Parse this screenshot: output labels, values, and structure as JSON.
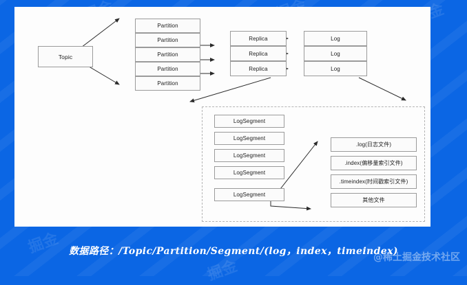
{
  "theme": {
    "frame_color": "#0b66e4",
    "canvas_color": "#fdfdfd",
    "box_border": "#9a9a9a",
    "box_fill": "#fbfbfb",
    "dashed_border": "#b4b4b4",
    "text_color": "#1c1c1c",
    "caption_color": "#ffffff"
  },
  "diagram": {
    "topic": {
      "label": "Topic"
    },
    "partitions": [
      {
        "label": "Partition"
      },
      {
        "label": "Partition"
      },
      {
        "label": "Partition"
      },
      {
        "label": "Partition"
      },
      {
        "label": "Partition"
      }
    ],
    "replicas": [
      {
        "label": "Replica"
      },
      {
        "label": "Replica"
      },
      {
        "label": "Replica"
      }
    ],
    "logs": [
      {
        "label": "Log"
      },
      {
        "label": "Log"
      },
      {
        "label": "Log"
      }
    ],
    "log_segments": [
      {
        "label": "LogSegment"
      },
      {
        "label": "LogSegment"
      },
      {
        "label": "LogSegment"
      },
      {
        "label": "LogSegment"
      },
      {
        "label": "LogSegment"
      }
    ],
    "segment_files": [
      {
        "label": ".log(日志文件)"
      },
      {
        "label": ".index(偏移量索引文件)"
      },
      {
        "label": ".timeindex(时间戳索引文件)"
      },
      {
        "label": "其他文件"
      }
    ]
  },
  "caption": {
    "text": "数据路径：/Topic/Partition/Segment/(log，index，timeindex)"
  },
  "watermark": {
    "text": "@稀土掘金技术社区",
    "tile": "掘金"
  }
}
